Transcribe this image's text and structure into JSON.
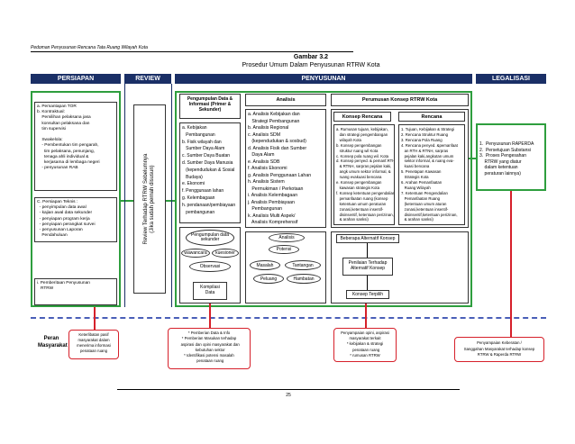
{
  "doc": {
    "header": "Pedoman Penyusunan Rencana Tata Ruang Wilayah Kota",
    "fig_title": "Gambar 3.2",
    "fig_subtitle": "Prosedur Umum Dalam Penyusunan RTRW Kota",
    "page_num": "25"
  },
  "phases": {
    "persiapan": "PERSIAPAN",
    "review": "REVIEW",
    "penyusunan": "PENYUSUNAN",
    "legalisasi": "LEGALISASI"
  },
  "persiapan": {
    "box1": [
      "a. Pemantapan TOR",
      "b. Kontraktual:",
      "    Pemilihan pelaksana jasa",
      "    konsultan pelaksana dan",
      "    tim supervisi",
      "",
      "    Swakelola:",
      "    - Pembentukan tim pengarah,",
      "      tim pelaksana, penunjang,",
      "      tenaga ahli individual &",
      "      kerjasama di lembaga negeri",
      "    - penyusunan RAB"
    ],
    "box2": [
      "C. Persiapan Teknis :",
      "  - penyimpulan data awal",
      "  - kajian awal data sekunder",
      "  - penyiapan program kerja",
      "  - penyiapan perangkat survei",
      "  - penyusunan Laporan",
      "    Pendahuluan"
    ],
    "box3": [
      "i. Pemberitaan Penyusunan",
      "   RTRW"
    ]
  },
  "review": {
    "line1": "Review Terhadap RTRW Sebelumnya",
    "line2": "(Jika sudah pernah disusun)"
  },
  "pengumpulan": {
    "title": "Pengumpulan Data & Informasi (Primer & Sekunder)",
    "items": [
      "a. Kebijakan",
      "   Pembangunan",
      "b. Fisik wilayah dan",
      "   Sumber Daya Alam",
      "c. Sumber Daya Buatan",
      "d. Sumber Daya Manusia",
      "   (kependudukan & Sosial",
      "   Budaya)",
      "e. Ekonomi",
      "f. Penggunaan lahan",
      "g. Kelembagaan",
      "h. pendanaan/pembiayaan",
      "   pembangunan"
    ],
    "ellipse_title": "Pengumpulan data sekunder",
    "wawancara": "wawancara",
    "kuesioner": "kuesioner",
    "observasi": "Observasi",
    "kompilasi": "Kompilasi Data"
  },
  "analisis": {
    "title": "Analisis",
    "items": [
      "a. Analisis Kebijakan dan",
      "   Strategi Pembangunan",
      "b. Analisis Regional",
      "c. Analisis SDM",
      "   (kependudukan & sosbud)",
      "d. Analisis Fisik dan Sumber",
      "   Daya Alam",
      "e. Analisis SDB",
      "f. Analisis Ekonomi",
      "g. Analisis Penggunaan Lahan",
      "h. Analisis Sistem",
      "   Permukiman / Perkotaan",
      "i. Analisis Kelembagaan",
      "j. Analisis Pembiayaan",
      "   Pembangunan",
      "k. Analisis Multi Aspek/",
      "   Analisis Komprehensif"
    ],
    "sub_title": "Analisis",
    "potensi": "Potensi",
    "masalah": "Masalah",
    "tantangan": "Tantangan",
    "peluang": "Peluang",
    "hambatan": "Hambatan"
  },
  "perumusan": {
    "title": "Perumusan Konsep RTRW Kota",
    "konsep_title": "Konsep Rencana",
    "konsep_items": [
      "a. Rumusan tujuan, kebijakan,",
      "   dan strategi pengembangan",
      "   wilayah Kota",
      "b. Konsep pengembangan",
      "   struktur ruang wil Kota",
      "c. Konsep pola ruang wil. Kota",
      "d. Konsep penyed. & pemanf.RTH",
      "   & RTNH, sarpras pejalan kaki,",
      "   angk umum sektor informal, &",
      "   ruang evakuasi bencana",
      "e. Konsep pengembangan",
      "   kawasan strategis Kota",
      "f. Konsep ketentuan pengendalian",
      "   pemanfaatan ruang (konsep",
      "   ketentuan umum peraturan",
      "   zonasi,ketentuan insentif-",
      "   disinsentif, ketentuan perizinan,",
      "   & arahan sanksi)"
    ],
    "rencana_title": "Rencana",
    "rencana_items": [
      "1. Tujuan, Kebijakan & Strategi",
      "2. Rencana Struktur Ruang",
      "3. Rencana Pola Ruang",
      "4. Rencana penyed. &pemanfaat",
      "   an RTH & RTNH, sarpras",
      "   pejalan kaki,angkutan umum",
      "   sektor informal, & ruang eva-",
      "   kuasi bencana",
      "5. Penetapan Kawasan",
      "   Strategis Kota",
      "6. Arahan Pemanfaatan",
      "   Ruang Wilayah",
      "7. Ketentuan Pengendalian",
      "   Pemanfaatan Ruang",
      "   (ketentuan umum aturan",
      "   zonasi,ketentuan insentif-",
      "   disinsentif,ketentuan perizinan,",
      "   & arahan sanksi)"
    ],
    "beberapa": "Beberapa Alternatif Konsep",
    "penilaian": "Penilaian Terhadap Alternatif Konsep",
    "terpilih": "Konsep Terpilih"
  },
  "legalisasi": {
    "items": [
      "1.  Penyusunan RAPERDA",
      "2.  Persetujuan Substansi",
      "3.  Proses Pengesahan",
      "    RTRW yang diatur",
      "    dalam ketentuan",
      "    peraturan lainnya)"
    ]
  },
  "masyarakat": {
    "label": "Peran Masyarakat",
    "box1": [
      "Keterlibatan pasif",
      "masyarakat dalam",
      "menerima informasi",
      "penataan ruang"
    ],
    "box2": [
      "* Pemberian Data & Info",
      "* Pemberian Masukan terhadap",
      "  aspirasi dan opini masyarakat dan",
      "  kebutuhan sektor",
      "* Identifikasi potensi masalah",
      "  penataan ruang"
    ],
    "box3": [
      "Penyampaian opini, aspirasi",
      "masyarakat terkait",
      "* kebijakan & strategi",
      "  penataan ruang",
      "* rumusan RTRW"
    ],
    "box4": [
      "Penyampaian Keberatan /",
      "Sanggahan Masyarakat terhadap konsep",
      "RTRW & Raperda RTRW"
    ]
  },
  "colors": {
    "header_bg": "#1a2f66",
    "process_border": "#2e9e3e",
    "participation_border": "#d6202a",
    "dashed": "#4a5fb8"
  }
}
